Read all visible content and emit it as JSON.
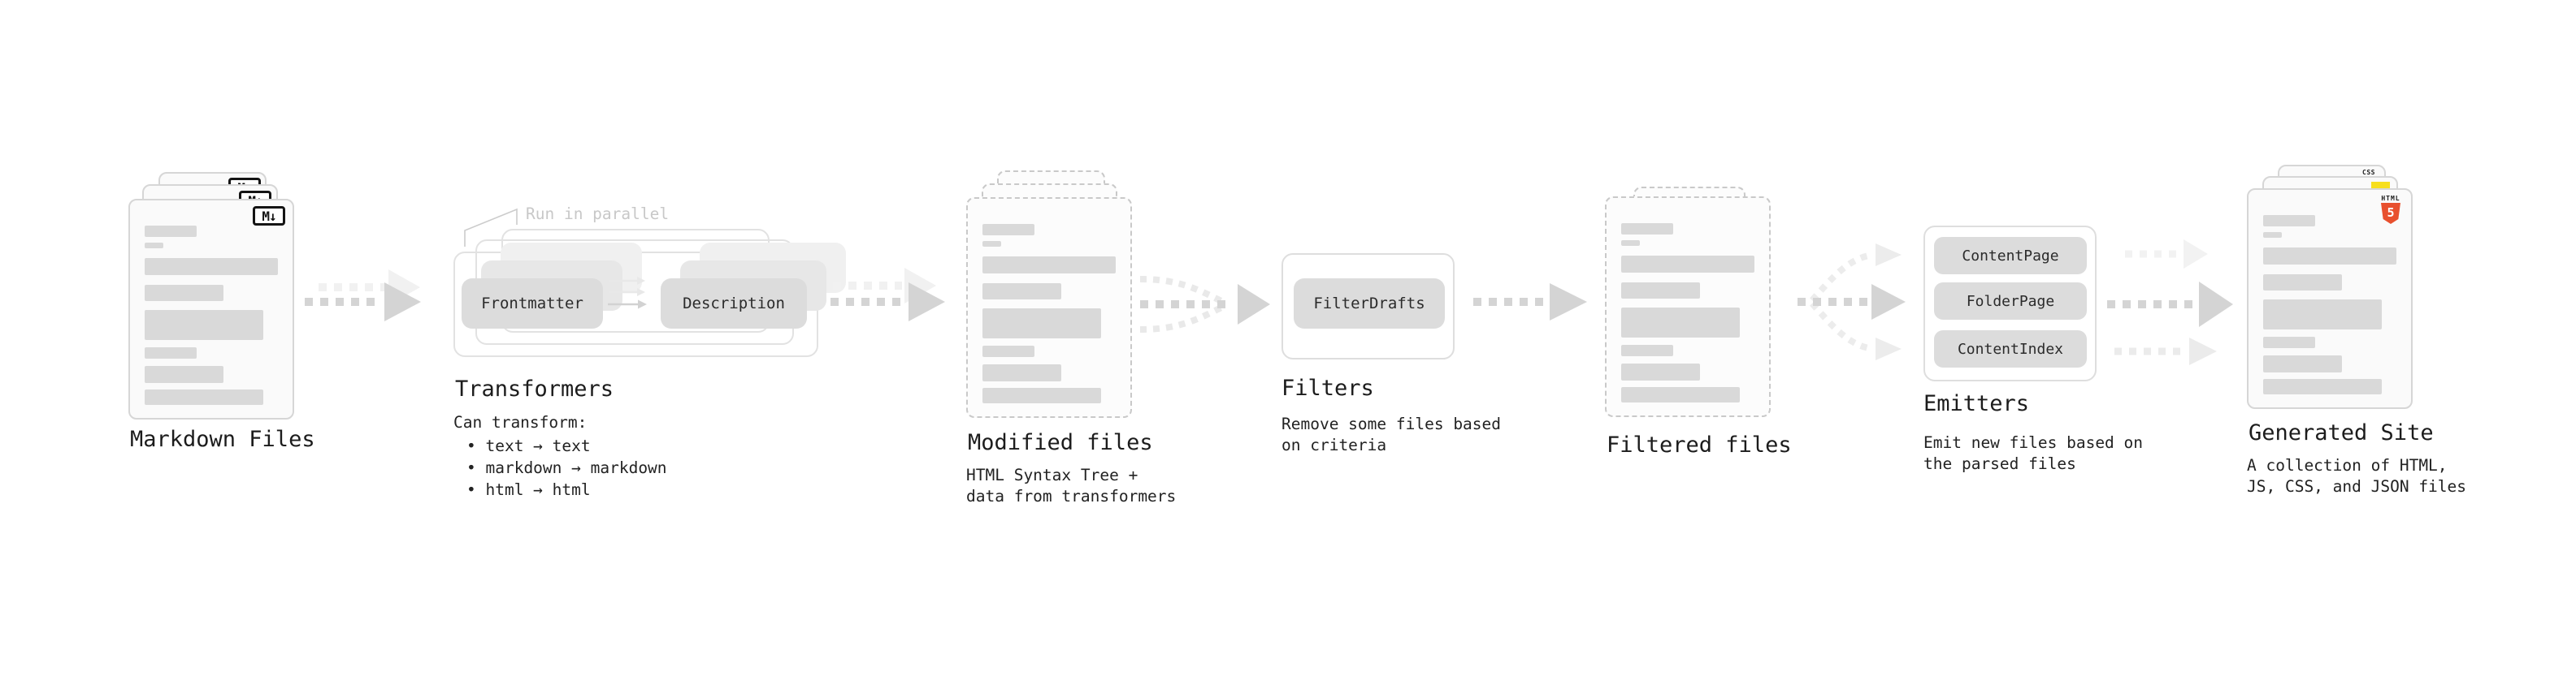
{
  "stages": {
    "markdown_files": {
      "title": "Markdown Files",
      "badge": "M↓"
    },
    "transformers": {
      "title": "Transformers",
      "annotation": "Run in parallel",
      "button_left": "Frontmatter",
      "button_right": "Description",
      "desc_heading": "Can transform:",
      "bullets": [
        "• text → text",
        "• markdown → markdown",
        "• html → html"
      ]
    },
    "modified_files": {
      "title": "Modified files",
      "desc": [
        "HTML Syntax Tree +",
        "data from transformers"
      ]
    },
    "filters": {
      "title": "Filters",
      "button": "FilterDrafts",
      "desc": [
        "Remove some files based",
        "on criteria"
      ]
    },
    "filtered_files": {
      "title": "Filtered files"
    },
    "emitters": {
      "title": "Emitters",
      "buttons": [
        "ContentPage",
        "FolderPage",
        "ContentIndex"
      ],
      "desc": [
        "Emit new files based on",
        "the parsed files"
      ]
    },
    "generated_site": {
      "title": "Generated Site",
      "desc": [
        "A collection of HTML,",
        "JS, CSS, and JSON files"
      ],
      "css_badge": "CSS",
      "html_badge_label": "HTML",
      "html_badge_number": "5"
    }
  },
  "colors": {
    "background": "#ffffff",
    "doc_fill": "#fafafa",
    "doc_border": "#d6d6d6",
    "bar_fill": "#d9d9d9",
    "button_fill": "#dcdcdc",
    "arrow_strong": "#d4d4d4",
    "arrow_faint": "#f0f0f0",
    "annotation_text": "#c8c8c8",
    "html5_orange": "#e8502e",
    "js_yellow": "#f7df1e",
    "css_blue": "#2965f1"
  }
}
